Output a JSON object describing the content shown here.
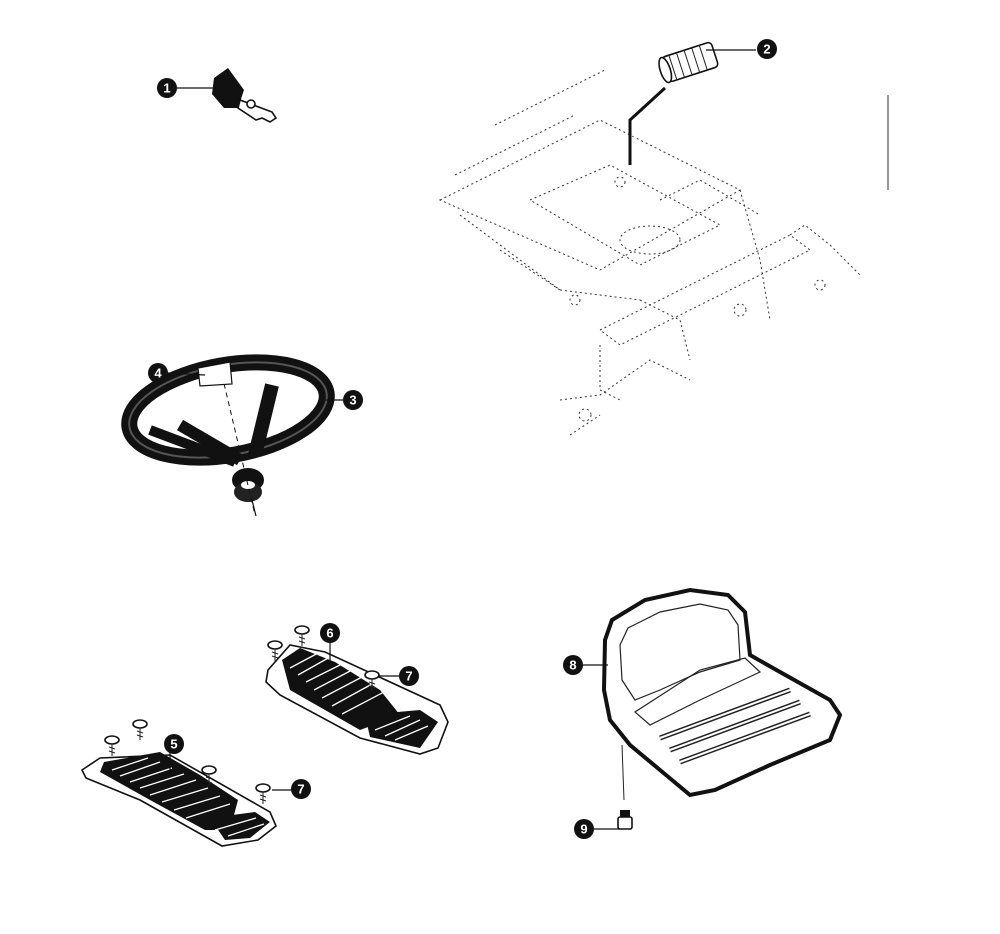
{
  "callouts": [
    {
      "id": "c1",
      "label": "1"
    },
    {
      "id": "c2",
      "label": "2"
    },
    {
      "id": "c3",
      "label": "3"
    },
    {
      "id": "c4",
      "label": "4"
    },
    {
      "id": "c5",
      "label": "5"
    },
    {
      "id": "c6",
      "label": "6"
    },
    {
      "id": "c7a",
      "label": "7"
    },
    {
      "id": "c7b",
      "label": "7"
    },
    {
      "id": "c8",
      "label": "8"
    },
    {
      "id": "c9",
      "label": "9"
    }
  ],
  "parts": {
    "key": "ignition-key",
    "grip": "lever-grip",
    "steering_wheel": "steering-wheel",
    "cap": "steering-wheel-cap",
    "left_footrest": "left-footrest",
    "right_footrest": "right-footrest",
    "screws": "screw",
    "seat": "seat",
    "seat_knob": "seat-adjustment-knob",
    "frame": "tractor-frame"
  }
}
